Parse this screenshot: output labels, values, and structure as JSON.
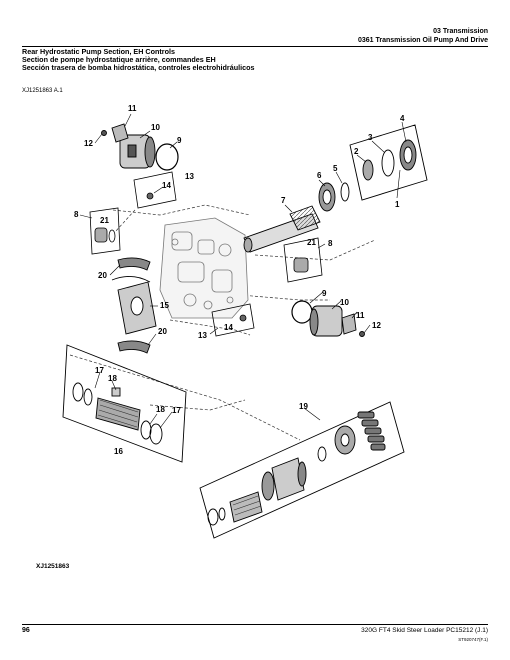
{
  "header": {
    "section": "03 Transmission",
    "subsection": "0361 Transmission Oil Pump And Drive"
  },
  "title": {
    "en": "Rear Hydrostatic Pump Section, EH Controls",
    "fr": "Section de pompe hydrostatique arrière, commandes EH",
    "es": "Sección trasera de bomba hidrostática, controles electrohidráulicos"
  },
  "artwork_id_top": "XJ1251863 A.1",
  "artwork_id_bottom": "XJ1251863",
  "callouts": {
    "c11a": "11",
    "c10a": "10",
    "c12a": "12",
    "c9a": "9",
    "c14a": "14",
    "c13a": "13",
    "c8a": "8",
    "c21a": "21",
    "c20a": "20",
    "c15": "15",
    "c20b": "20",
    "c13b": "13",
    "c14b": "14",
    "c2": "2",
    "c3": "3",
    "c4": "4",
    "c6": "6",
    "c5": "5",
    "c1": "1",
    "c7": "7",
    "c21b": "21",
    "c8b": "8",
    "c9b": "9",
    "c10b": "10",
    "c11b": "11",
    "c12b": "12",
    "c17a": "17",
    "c18a": "18",
    "c18b": "18",
    "c17b": "17",
    "c16": "16",
    "c19": "19"
  },
  "footer": {
    "page_number": "96",
    "doc": "320G FT4 Skid Steer Loader    PC15212    (J.1)",
    "code": "ST920747(F.1)"
  }
}
